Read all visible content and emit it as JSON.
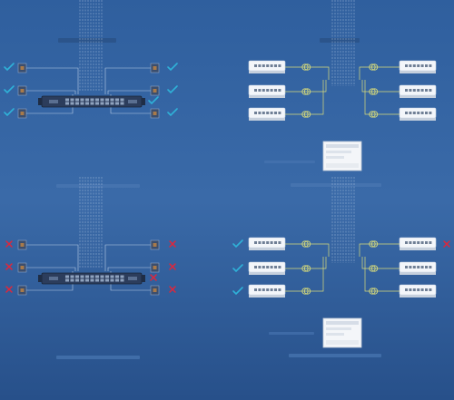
{
  "colors": {
    "background_top": "#2f5f9e",
    "background_bottom": "#27508a",
    "cable": "#b9cde6",
    "fiber_cable": "#d9dc7a",
    "ok_check": "#2fb2d8",
    "fail_x": "#e0263a",
    "switch_body": "#2c3d5c",
    "access_switch": "#f3f6fa"
  },
  "icons": {
    "ok": "check-icon",
    "fail": "cross-icon",
    "port": "wall-port-icon",
    "fiber": "fiber-transceiver-icon"
  },
  "panels": [
    {
      "id": "copper-normal",
      "topology": "copper",
      "switch": "rack-switch",
      "left_status": [
        "ok",
        "ok",
        "ok"
      ],
      "right_status": [
        "ok",
        "ok",
        "ok"
      ],
      "switch_status": "ok"
    },
    {
      "id": "fiber-normal",
      "topology": "fiber",
      "switch": "server",
      "left_status": [
        "none",
        "none",
        "none"
      ],
      "right_status": [
        "none",
        "none",
        "none"
      ],
      "switch_status": "none"
    },
    {
      "id": "copper-failure",
      "topology": "copper",
      "switch": "rack-switch",
      "left_status": [
        "fail",
        "fail",
        "fail"
      ],
      "right_status": [
        "fail",
        "fail",
        "fail"
      ],
      "switch_status": "fail"
    },
    {
      "id": "fiber-failure",
      "topology": "fiber",
      "switch": "server",
      "left_status": [
        "ok",
        "ok",
        "ok"
      ],
      "right_status": [
        "fail",
        "none",
        "none"
      ],
      "switch_status": "none"
    }
  ]
}
